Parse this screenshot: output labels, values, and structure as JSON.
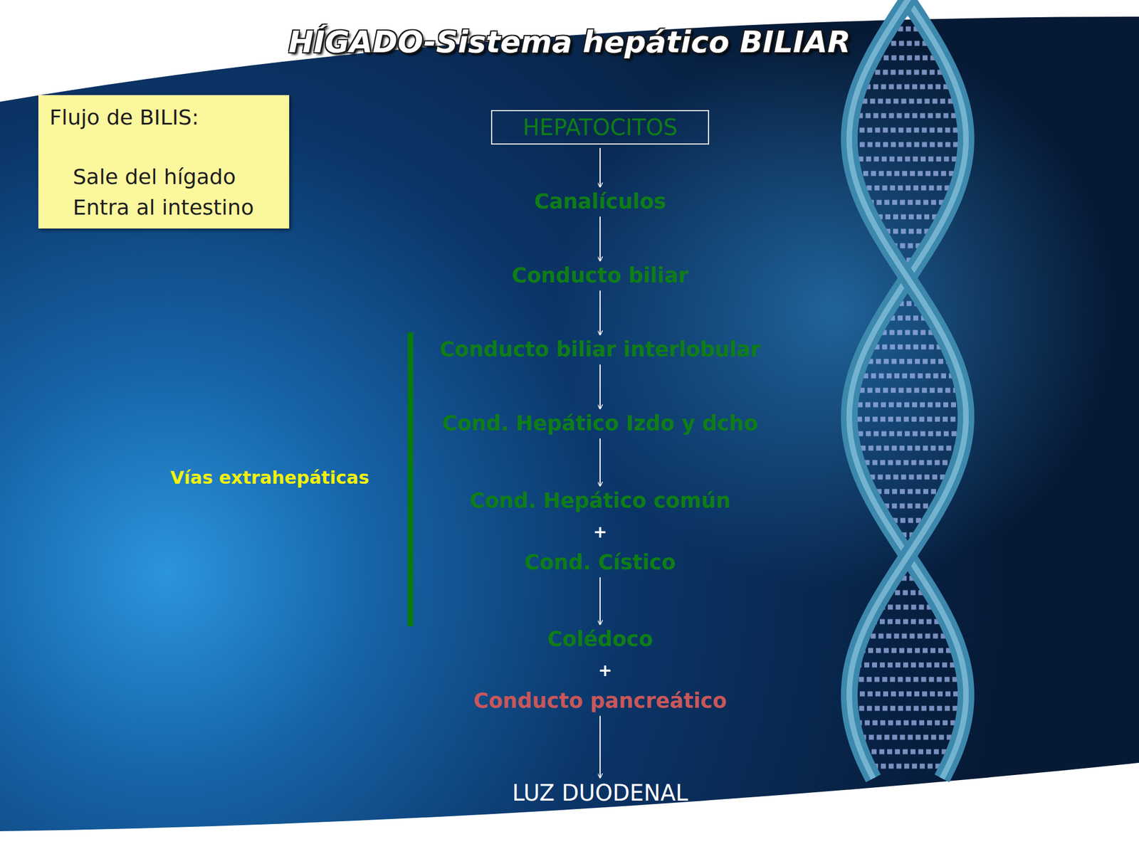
{
  "diagram": {
    "title": "HÍGADO-Sistema hepático BILIAR",
    "nodes": [
      {
        "text": [
          "Flujo de BILIS:",
          "Sale del hígado",
          "Entra al intestino"
        ]
      },
      {
        "text": [
          "HEPATOCITOS"
        ]
      },
      {
        "text": [
          "Canalículos"
        ]
      },
      {
        "text": [
          "Conducto biliar"
        ]
      },
      {
        "text": [
          "Conducto biliar interlobular"
        ]
      },
      {
        "text": [
          "Cond. Hepático Izdo y dcho"
        ]
      },
      {
        "text": [
          "Cond. Hepático común"
        ]
      },
      {
        "text": [
          "Cond. Cístico"
        ]
      },
      {
        "text": [
          "Colédoco"
        ]
      },
      {
        "text": [
          "Conducto pancreático"
        ]
      },
      {
        "text": [
          "LUZ DUODENAL"
        ]
      }
    ],
    "edges": [
      {
        "from": 1,
        "to": 2,
        "arrow": "to"
      },
      {
        "from": 2,
        "to": 3,
        "arrow": "to"
      },
      {
        "from": 3,
        "to": 4,
        "arrow": "to"
      },
      {
        "from": 4,
        "to": 5,
        "arrow": "to"
      },
      {
        "from": 5,
        "to": 6,
        "arrow": "to"
      },
      {
        "from": 7,
        "to": 8,
        "arrow": "to"
      },
      {
        "from": 9,
        "to": 10,
        "arrow": "to"
      }
    ],
    "labels": [
      "+",
      "+",
      "Vías extrahepáticas"
    ]
  }
}
